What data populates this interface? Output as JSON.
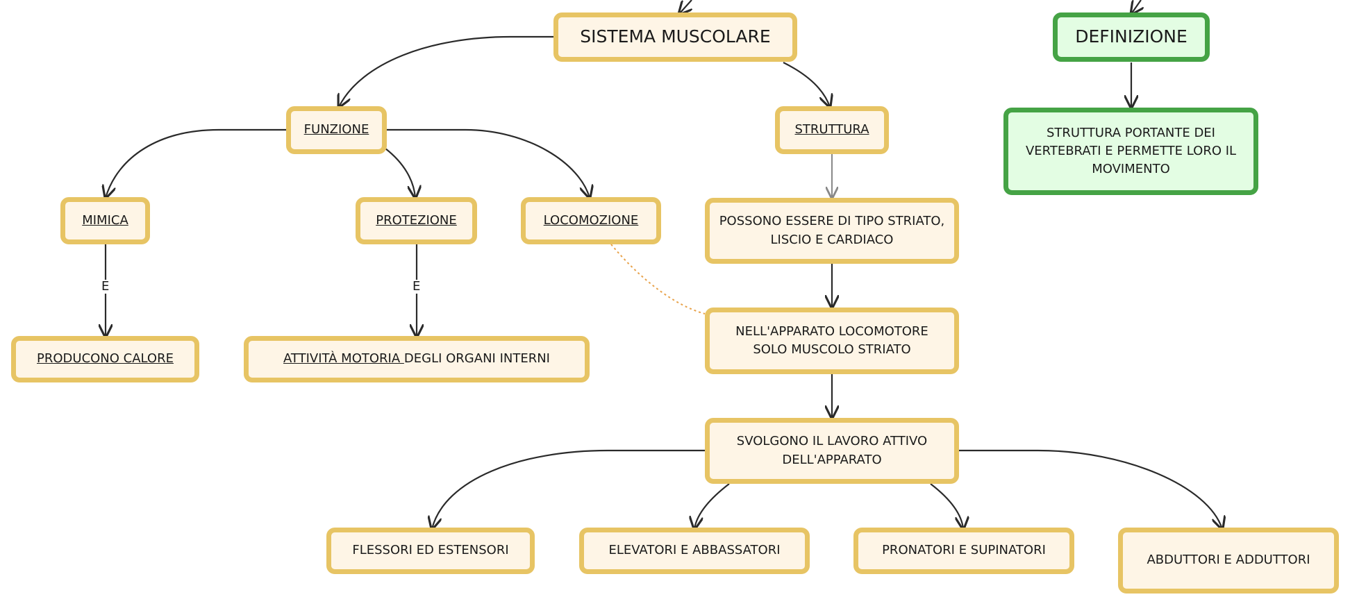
{
  "nodes": {
    "sistema": "SISTEMA MUSCOLARE",
    "definizione": "DEFINIZIONE",
    "definizione_testo": "STRUTTURA PORTANTE DEI VERTEBRATI E PERMETTE LORO IL MOVIMENTO",
    "funzione": "FUNZIONE",
    "struttura": "STRUTTURA",
    "mimica": "MIMICA",
    "protezione": "PROTEZIONE",
    "locomozione": "LOCOMOZIONE",
    "tipo": "POSSONO ESSERE DI TIPO STRIATO, LISCIO E CARDIACO",
    "apparato_loco": "NELL'APPARATO LOCOMOTORE SOLO MUSCOLO STRIATO",
    "svolgono": "SVOLGONO IL LAVORO ATTIVO DELL'APPARATO",
    "calore": "PRODUCONO CALORE",
    "attivita_u": "ATTIVITÀ MOTORIA ",
    "attivita_rest": "DEGLI ORGANI INTERNI",
    "flessori": "FLESSORI ED ESTENSORI",
    "elevatori": "ELEVATORI E ABBASSATORI",
    "pronatori": "PRONATORI E SUPINATORI",
    "abduttori": "ABDUTTORI E ADDUTTORI"
  },
  "edge_labels": {
    "mimica_calore": "E",
    "protezione_attivita": "E"
  },
  "colors": {
    "yellow_border": "#e7c464",
    "yellow_fill": "#fef5e6",
    "green_border": "#45a345",
    "green_fill": "#e3fde3",
    "line": "#2a2a2a",
    "dotted_link": "#e8a24a"
  }
}
